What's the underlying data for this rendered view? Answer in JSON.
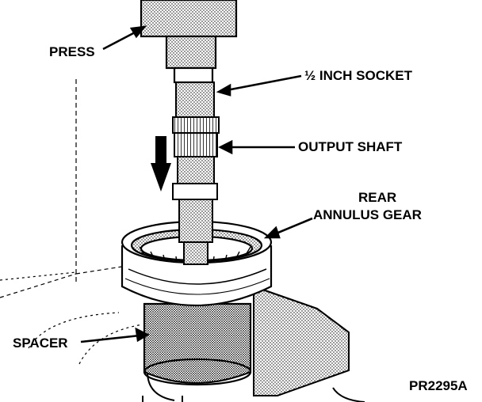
{
  "labels": {
    "press": "PRESS",
    "socket": "½ INCH SOCKET",
    "output_shaft": "OUTPUT SHAFT",
    "rear_annulus_line1": "REAR",
    "rear_annulus_line2": "ANNULUS GEAR",
    "spacer": "SPACER",
    "figure_code": "PR2295A"
  },
  "colors": {
    "ink": "#000000",
    "paper": "#ffffff"
  }
}
